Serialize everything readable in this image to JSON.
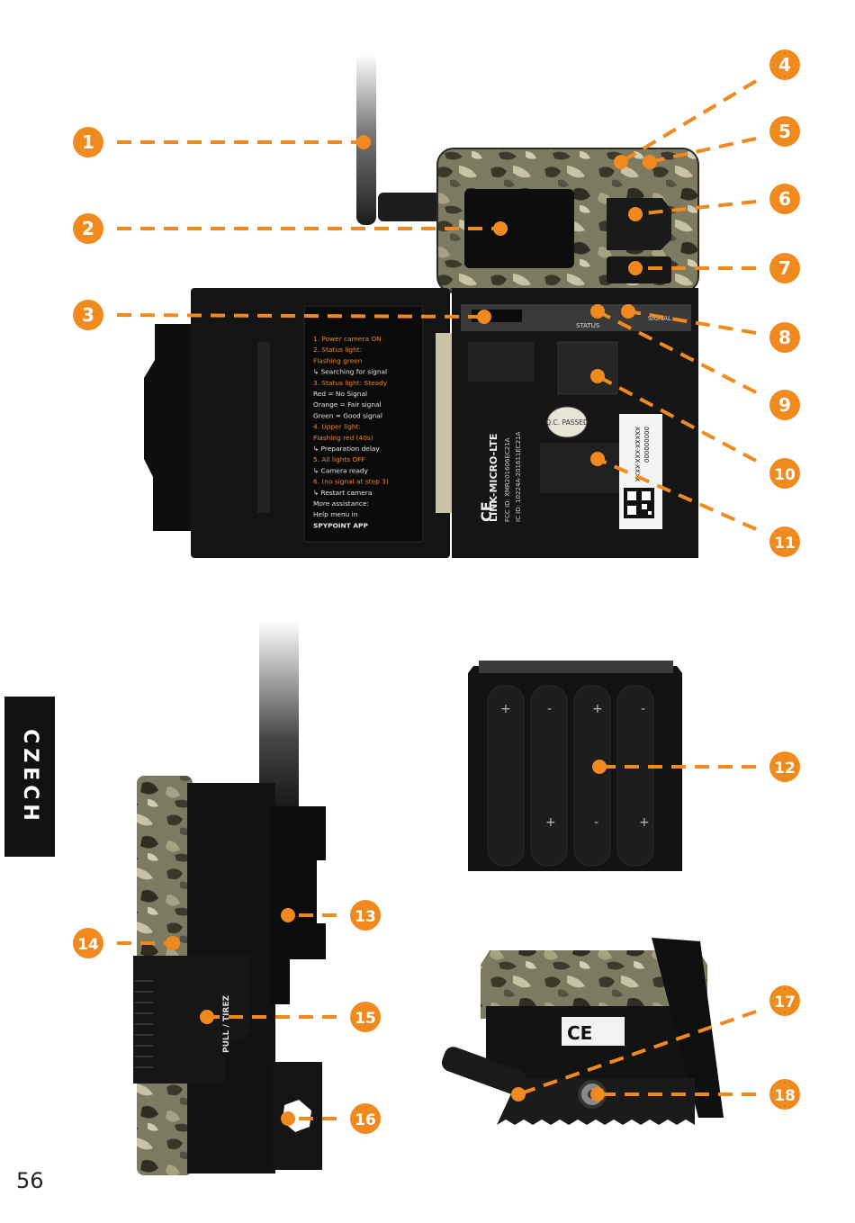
{
  "section_tab": "CZECH",
  "page_number": "56",
  "accent_color": "#f08a1e",
  "callouts": [
    "1",
    "2",
    "3",
    "4",
    "5",
    "6",
    "7",
    "8",
    "9",
    "10",
    "11",
    "12",
    "13",
    "14",
    "15",
    "16",
    "17",
    "18"
  ],
  "instruction_card": {
    "lines": [
      "1. Power camera ON",
      "2. Status light:",
      "Flashing green",
      "↳ Searching for signal",
      "3. Status light: Steady",
      "Red = No Signal",
      "Orange = Fair signal",
      "Green = Good signal",
      "4. Upper light:",
      "Flashing red (40s)",
      "↳ Preparation delay",
      "5. All lights OFF",
      "↳ Camera ready",
      "6. (no signal at step 3)",
      "↳ Restart camera",
      "More assistance:",
      "Help menu in",
      "SPYPOINT APP"
    ]
  },
  "door_label": {
    "model": "LINK-MICRO-LTE",
    "fcc": "FCC ID: XMR201606EC21A",
    "ic": "IC ID: 10224A-201611EC21A"
  },
  "qc_sticker": "Q.C. PASSED",
  "panel_labels": {
    "status": "STATUS",
    "signal": "SIGNAL"
  },
  "serial_label": {
    "line1": "XXXXX-XXX-XXXX",
    "line2": "000000000"
  },
  "latch_label": "PULL / TIREZ",
  "ce_mark": "CE"
}
